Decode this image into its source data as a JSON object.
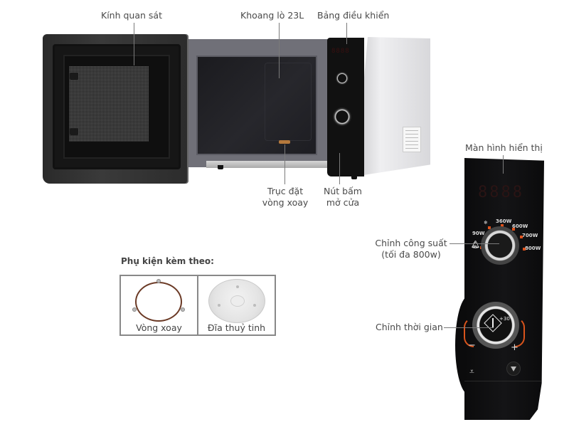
{
  "microwave_labels": {
    "viewing_glass": "Kính quan sát",
    "cavity": "Khoang lò 23L",
    "control_panel": "Bảng điều khiển",
    "turntable_axle_line1": "Trục đặt",
    "turntable_axle_line2": "vòng xoay",
    "door_button_line1": "Nút bấm",
    "door_button_line2": "mở cửa"
  },
  "accessories": {
    "title": "Phụ kiện kèm theo:",
    "items": [
      {
        "name": "Vòng xoay",
        "icon": "turntable-ring-icon"
      },
      {
        "name": "Đĩa thuỷ tinh",
        "icon": "glass-plate-icon"
      }
    ]
  },
  "panel_labels": {
    "display": "Màn hình hiển thị",
    "power_line1": "Chỉnh công suất",
    "power_line2": "(tối đa 800w)",
    "timer": "Chỉnh thời gian"
  },
  "panel": {
    "display_digits": "8888",
    "power_levels": [
      "90W",
      "360W",
      "600W",
      "700W",
      "800W"
    ],
    "timer_symbol": "+30",
    "minus": "−",
    "plus": "+",
    "icons": [
      "defrost-icon",
      "bell-icon",
      "start-icon",
      "stop-icon",
      "door-open-icon"
    ]
  },
  "colors": {
    "accent_orange": "#e0521c",
    "panel_black": "#0b0b0c",
    "label_text": "#4a4a4a",
    "border_gray": "#888888"
  }
}
